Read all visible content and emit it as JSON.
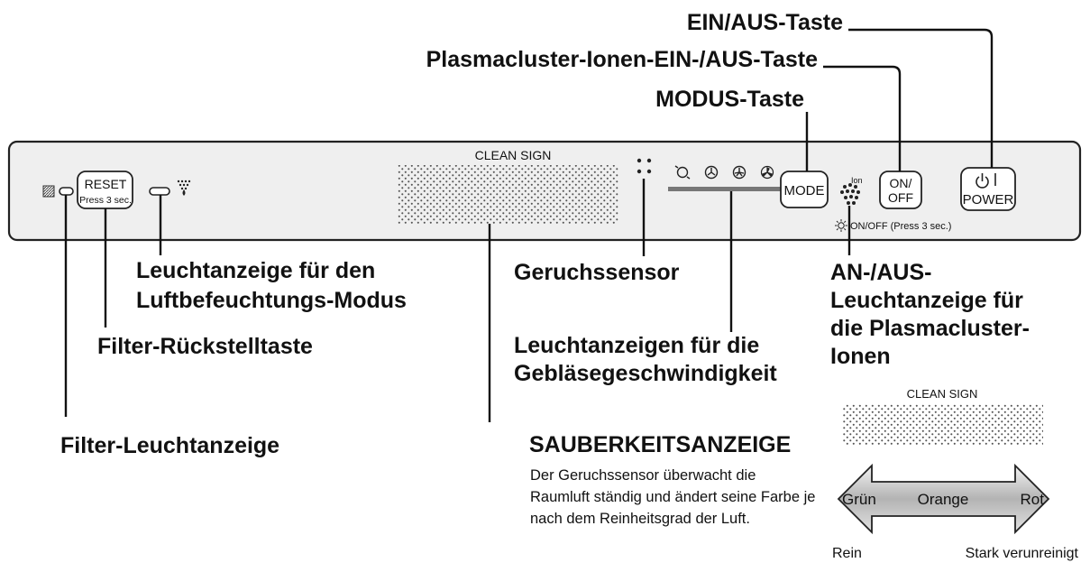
{
  "labels": {
    "power_button_callout": "EIN/AUS-Taste",
    "ion_button_callout": "Plasmacluster-Ionen-EIN-/AUS-Taste",
    "mode_button_callout": "MODUS-Taste",
    "humidify_indicator_callout_line1": "Leuchtanzeige für den",
    "humidify_indicator_callout_line2": "Luftbefeuchtungs-Modus",
    "odor_sensor_callout": "Geruchssensor",
    "ion_indicator_callout_line1": "AN-/AUS-",
    "ion_indicator_callout_line2": "Leuchtanzeige für",
    "ion_indicator_callout_line3": "die Plasmacluster-",
    "ion_indicator_callout_line4": "Ionen",
    "filter_reset_callout": "Filter-Rückstelltaste",
    "fan_speed_callout_line1": "Leuchtanzeigen für die",
    "fan_speed_callout_line2": "Gebläsegeschwindigkeit",
    "filter_indicator_callout": "Filter-Leuchtanzeige",
    "clean_sign_callout": "SAUBERKEITSANZEIGE"
  },
  "panel": {
    "clean_sign_label": "CLEAN SIGN",
    "reset_line1": "RESET",
    "reset_line2": "Press 3 sec.",
    "mode_label": "MODE",
    "ion_onoff_line1": "ON/",
    "ion_onoff_line2": "OFF",
    "ion_mark": "Ion",
    "light_hint": "ON/OFF (Press 3 sec.)",
    "power_label": "POWER"
  },
  "description": "Der Geruchssensor überwacht die Raumluft ständig und ändert seine Farbe je nach dem Reinheitsgrad der Luft.",
  "legend": {
    "clean_sign_label": "CLEAN SIGN",
    "colors": [
      "Grün",
      "Orange",
      "Rot"
    ],
    "left_label": "Rein",
    "right_label": "Stark verunreinigt"
  },
  "icons": [
    "filter-icon",
    "humidify-icon",
    "fan-auto-icon",
    "fan-low-icon",
    "fan-medium-icon",
    "fan-high-icon",
    "ion-cluster-icon",
    "light-icon",
    "power-icon"
  ]
}
